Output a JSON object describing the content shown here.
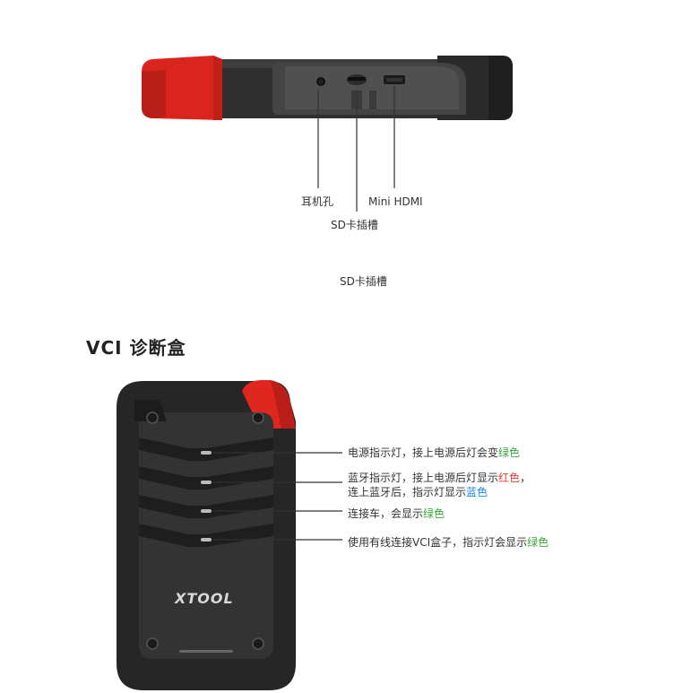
{
  "top_device": {
    "labels": {
      "earphone": "耳机孔",
      "sd_slot": "SD卡插槽",
      "hdmi": "Mini HDMI",
      "sd_slot_caption": "SD卡插槽"
    }
  },
  "section": {
    "title": "VCI 诊断盒"
  },
  "vci": {
    "logo": "XTOOL",
    "led_1": {
      "text": "电源指示灯，接上电源后灯会变",
      "color_word": "绿色"
    },
    "led_2": {
      "line1_text": "蓝牙指示灯，接上电源后灯显示",
      "line1_color_word": "红色",
      "line1_suffix": "，",
      "line2_text": "连上蓝牙后，指示灯显示",
      "line2_color_word": "蓝色"
    },
    "led_3": {
      "text": "连接车，会显示",
      "color_word": "绿色"
    },
    "led_4": {
      "text": "使用有线连接VCI盒子，指示灯会显示",
      "color_word": "绿色"
    }
  },
  "colors": {
    "accent_red": "#d9251d",
    "body_dark": "#2b2b2b",
    "green": "#3aa53a",
    "red": "#e53935",
    "blue": "#1e88e5"
  }
}
